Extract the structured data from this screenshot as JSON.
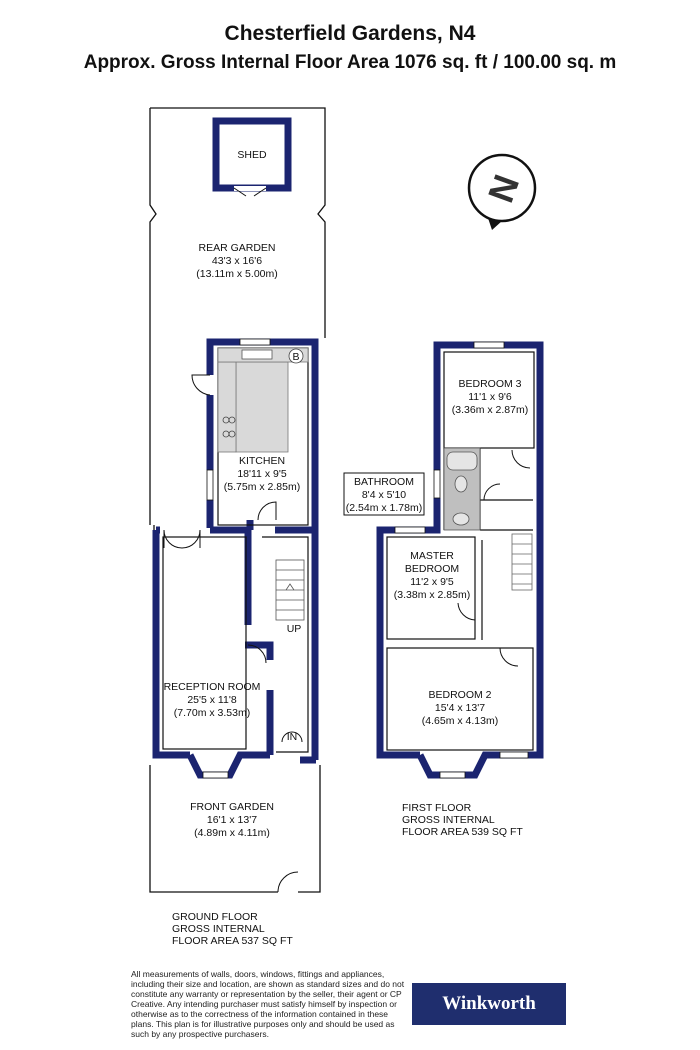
{
  "header": {
    "title": "Chesterfield Gardens, N4",
    "subtitle": "Approx. Gross Internal Floor Area 1076 sq. ft / 100.00 sq. m"
  },
  "ground_floor": {
    "shed": {
      "name": "SHED"
    },
    "rear_garden": {
      "name": "REAR GARDEN",
      "dims_imperial": "43'3 x 16'6",
      "dims_metric": "(13.11m x 5.00m)"
    },
    "kitchen": {
      "name": "KITCHEN",
      "dims_imperial": "18'11 x 9'5",
      "dims_metric": "(5.75m x 2.85m)",
      "boiler": "B"
    },
    "reception": {
      "name": "RECEPTION ROOM",
      "dims_imperial": "25'5 x 11'8",
      "dims_metric": "(7.70m x 3.53m)"
    },
    "stairs_label": "UP",
    "entrance_label": "IN",
    "front_garden": {
      "name": "FRONT GARDEN",
      "dims_imperial": "16'1 x 13'7",
      "dims_metric": "(4.89m x 4.11m)"
    },
    "area_line1": "GROUND FLOOR",
    "area_line2": "GROSS INTERNAL",
    "area_line3": "FLOOR AREA 537 SQ FT"
  },
  "first_floor": {
    "bedroom3": {
      "name": "BEDROOM 3",
      "dims_imperial": "11'1 x 9'6",
      "dims_metric": "(3.36m x 2.87m)"
    },
    "bathroom": {
      "name": "BATHROOM",
      "dims_imperial": "8'4 x 5'10",
      "dims_metric": "(2.54m x 1.78m)"
    },
    "master": {
      "name_line1": "MASTER",
      "name_line2": "BEDROOM",
      "dims_imperial": "11'2 x 9'5",
      "dims_metric": "(3.38m x 2.85m)"
    },
    "bedroom2": {
      "name": "BEDROOM 2",
      "dims_imperial": "15'4 x 13'7",
      "dims_metric": "(4.65m x 4.13m)"
    },
    "area_line1": "FIRST FLOOR",
    "area_line2": "GROSS INTERNAL",
    "area_line3": "FLOOR AREA 539 SQ FT"
  },
  "compass": {
    "letter": "N"
  },
  "footer": {
    "disclaimer": "All measurements of walls, doors, windows, fittings and appliances, including their size and location, are shown as standard sizes and do not constitute any warranty or representation by the seller, their agent or CP Creative. Any intending purchaser must satisfy himself by inspection or otherwise as to the correctness of the information contained in these plans. This plan is for illustrative purposes only and should be used as such by any prospective purchasers.",
    "logo_text": "Winkworth"
  },
  "colors": {
    "wall": "#1b2470",
    "fixture": "#d9d9d9",
    "bathroom": "#bfbfbf",
    "logo_bg": "#1f2e6e"
  }
}
